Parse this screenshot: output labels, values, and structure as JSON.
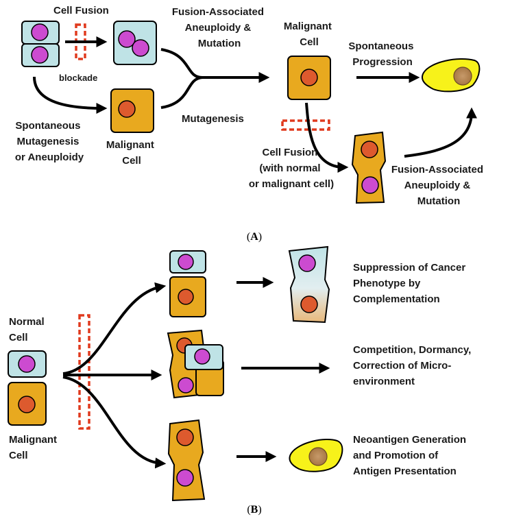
{
  "colors": {
    "normal_cell": "#bfe3e6",
    "malignant_cell": "#e8a91f",
    "nucleus_normal": "#cc4bd0",
    "nucleus_malignant": "#dd5a2e",
    "presenting_cell": "#f7f21a",
    "blockade": "#e03a1e"
  },
  "panel_a": {
    "label_letter": "A",
    "cell_fusion": "Cell Fusion",
    "blockade": "blockade",
    "fusion_assoc_1": [
      "Fusion-Associated",
      "Aneuploidy &",
      "Mutation"
    ],
    "malignant_cell_top": [
      "Malignant",
      "Cell"
    ],
    "spontaneous_progression": [
      "Spontaneous",
      "Progression"
    ],
    "mutagenesis": "Mutagenesis",
    "spontaneous_mutagenesis": [
      "Spontaneous",
      "Mutagenesis",
      "or Aneuploidy"
    ],
    "malignant_cell_left": [
      "Malignant",
      "Cell"
    ],
    "cell_fusion_normal": [
      "Cell Fusion",
      "(with normal",
      "or malignant cell)"
    ],
    "fusion_assoc_2": [
      "Fusion-Associated",
      "Aneuploidy &",
      "Mutation"
    ]
  },
  "panel_b": {
    "label_letter": "B",
    "normal_cell": [
      "Normal",
      "Cell"
    ],
    "malignant_cell": [
      "Malignant",
      "Cell"
    ],
    "outcome_1": [
      "Suppression of Cancer",
      "Phenotype by",
      "Complementation"
    ],
    "outcome_2": [
      "Competition, Dormancy,",
      "Correction of Micro-",
      "environment"
    ],
    "outcome_3": [
      "Neoantigen Generation",
      "and Promotion of",
      "Antigen Presentation"
    ]
  },
  "icons": [
    "cell-icon",
    "nucleus-icon",
    "arrow-icon",
    "blockade-icon",
    "antigen-presenting-cell-icon"
  ]
}
